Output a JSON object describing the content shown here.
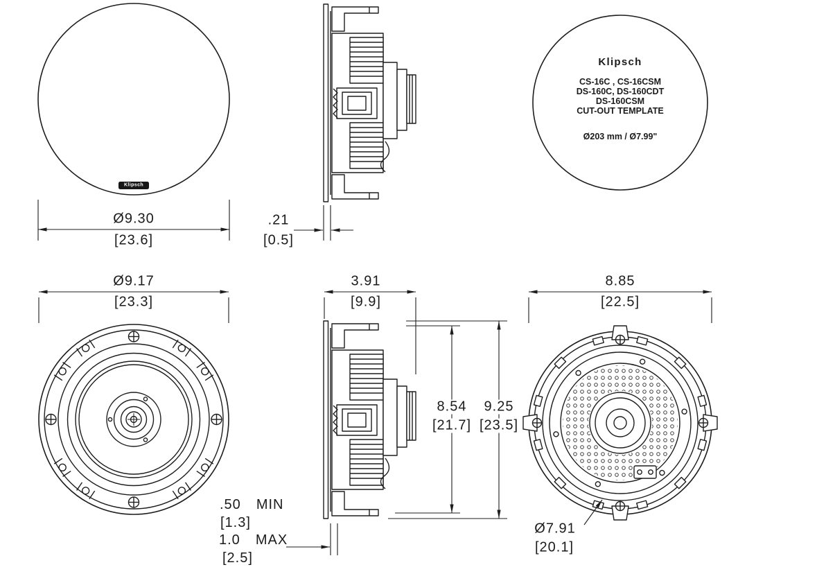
{
  "ink": "#1d1d1d",
  "background": "#ffffff",
  "brand_badge": "Klipsch",
  "template": {
    "brand": "Klipsch",
    "models_line1": "CS-16C , CS-16CSM",
    "models_line2": "DS-160C, DS-160CDT",
    "models_line3": "DS-160CSM",
    "title": "CUT-OUT TEMPLATE",
    "cutout_size": "Ø203 mm / Ø7.99\""
  },
  "dims": {
    "grille_dia": {
      "in": "Ø9.30",
      "mm": "[23.6]"
    },
    "grille_depth": {
      "in": ".21",
      "mm": "[0.5]"
    },
    "frame_dia": {
      "in": "Ø9.17",
      "mm": "[23.3]"
    },
    "mount_depth": {
      "in": "3.91",
      "mm": "[9.9]"
    },
    "body_height": {
      "in": "8.54",
      "mm": "[21.7]"
    },
    "overall_height": {
      "in": "9.25",
      "mm": "[23.5]"
    },
    "ceiling_min": {
      "in": ".50",
      "qual": "MIN",
      "mm": "[1.3]"
    },
    "ceiling_max": {
      "in": "1.0",
      "qual": "MAX",
      "mm": "[2.5]"
    },
    "rear_width": {
      "in": "8.85",
      "mm": "[22.5]"
    },
    "cutout_dia": {
      "in": "Ø7.91",
      "mm": "[20.1]"
    }
  }
}
